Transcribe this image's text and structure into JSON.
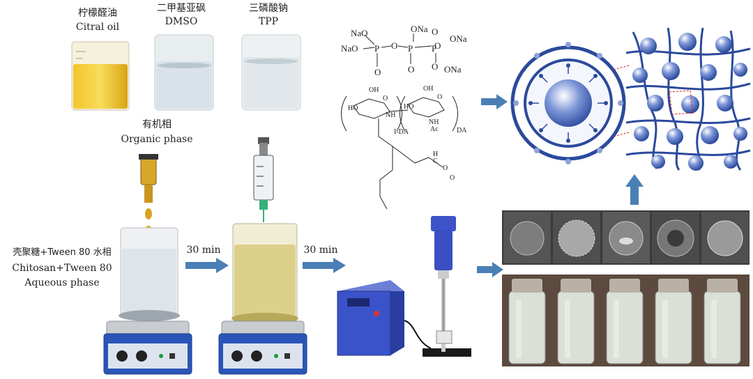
{
  "reagents": [
    {
      "cn": "柠檬醛油",
      "en": "Citral oil"
    },
    {
      "cn": "二甲基亚砜",
      "en": "DMSO"
    },
    {
      "cn": "三磷酸钠",
      "en": "TPP"
    }
  ],
  "organic_phase": {
    "cn": "有机相",
    "en": "Organic phase"
  },
  "aqueous_phase": {
    "cn": "壳聚糖+Tween 80 水相",
    "en1": "Chitosan+Tween 80",
    "en2": "Aqueous phase"
  },
  "step_time_1": "30 min",
  "step_time_2": "30 min",
  "tpp_structure": {
    "groups": [
      "NaO",
      "NaO",
      "O",
      "O",
      "ONa",
      "O",
      "ONa",
      "ONa",
      "P",
      "P",
      "P",
      "O",
      "O",
      "O"
    ]
  },
  "chitosan_structure": {
    "labels": [
      "OH",
      "O",
      "HO",
      "NH",
      "OH",
      "O",
      "HO",
      "NH",
      "Ac",
      "DA",
      "I-DA",
      "O",
      "H",
      "C",
      "O"
    ]
  },
  "colors": {
    "arrow": "#4a7fb5",
    "nano_blue": "#2b4a9c",
    "oil_yellow": "#e0b21a",
    "hotplate_blue": "#2a55b8"
  }
}
